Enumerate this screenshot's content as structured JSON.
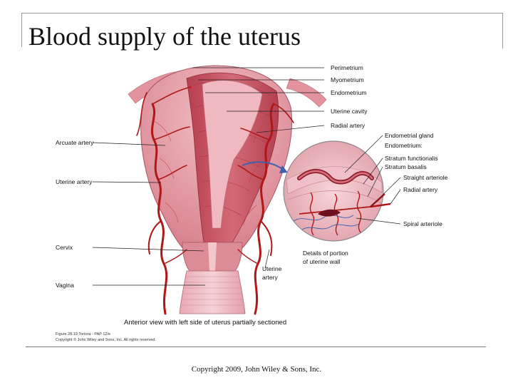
{
  "slide": {
    "title": "Blood supply of the uterus",
    "footer": "Copyright 2009, John Wiley & Sons, Inc."
  },
  "figure": {
    "labels_right": {
      "perimetrium": "Perimetrium",
      "myometrium": "Myometrium",
      "endometrium": "Endometrium",
      "uterine_cavity": "Uterine cavity",
      "radial_artery": "Radial artery"
    },
    "labels_left": {
      "arcuate_artery": "Arcuate artery",
      "uterine_artery": "Uterine artery",
      "cervix": "Cervix",
      "vagina": "Vagina"
    },
    "inset_labels": {
      "endometrial_gland": "Endometrial gland",
      "endometrium_heading": "Endometrium:",
      "stratum_functionalis": "Stratum functionalis",
      "stratum_basalis": "Stratum basalis",
      "straight_arteriole": "Straight arteriole",
      "radial_artery": "Radial artery",
      "spiral_arteriole": "Spiral arteriole"
    },
    "details_line1": "Details of portion",
    "details_line2": "of uterine wall",
    "uterine_artery_line1": "Uterine",
    "uterine_artery_line2": "artery",
    "caption": "Anterior view with left side of uterus partially sectioned",
    "credit_line1": "Figure 28.19  Tortora - PAP 12/e",
    "credit_line2": "Copyright © John Wiley and Sons, Inc. All rights reserved."
  },
  "colors": {
    "tissue_pink": "#e8a3ad",
    "muscle_red": "#c4505e",
    "artery_red": "#b01818",
    "vein_blue": "#3f5fb0"
  }
}
